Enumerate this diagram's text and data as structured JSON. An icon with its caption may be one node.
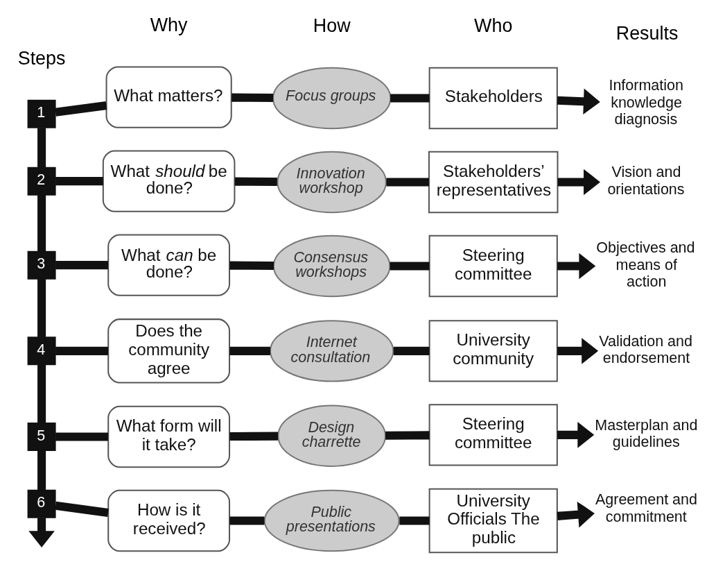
{
  "diagram": {
    "nodes": [
      {
        "text": [
          "1"
        ]
      },
      {
        "text": [
          "What matters?"
        ]
      },
      {
        "text": [
          "Focus groups"
        ]
      },
      {
        "text": [
          "Stakeholders"
        ]
      },
      {
        "text": [
          "Information knowledge diagnosis"
        ]
      },
      {
        "text": [
          "2"
        ]
      },
      {
        "text": [
          "What *should* be done?"
        ]
      },
      {
        "text": [
          "Innovation workshop"
        ]
      },
      {
        "text": [
          "Stakeholders’ representatives"
        ]
      },
      {
        "text": [
          "Vision and orientations"
        ]
      },
      {
        "text": [
          "3"
        ]
      },
      {
        "text": [
          "What *can* be done?"
        ]
      },
      {
        "text": [
          "Consensus workshops"
        ]
      },
      {
        "text": [
          "Steering committee"
        ]
      },
      {
        "text": [
          "Objectives and means of action"
        ]
      },
      {
        "text": [
          "4"
        ]
      },
      {
        "text": [
          "Does the community agree"
        ]
      },
      {
        "text": [
          "Internet consultation"
        ]
      },
      {
        "text": [
          "University community"
        ]
      },
      {
        "text": [
          "Validation and endorsement"
        ]
      },
      {
        "text": [
          "5"
        ]
      },
      {
        "text": [
          "What form will it take?"
        ]
      },
      {
        "text": [
          "Design charrette"
        ]
      },
      {
        "text": [
          "Steering committee"
        ]
      },
      {
        "text": [
          "Masterplan and guidelines"
        ]
      },
      {
        "text": [
          "6"
        ]
      },
      {
        "text": [
          "How is it received?"
        ]
      },
      {
        "text": [
          "Public presentations"
        ]
      },
      {
        "text": [
          "University Officials The public"
        ]
      },
      {
        "text": [
          "Agreement and commitment"
        ]
      }
    ],
    "edges": [
      {
        "from": 0,
        "to": 1,
        "arrow": "none"
      },
      {
        "from": 1,
        "to": 2,
        "arrow": "none"
      },
      {
        "from": 2,
        "to": 3,
        "arrow": "none"
      },
      {
        "from": 3,
        "to": 4,
        "arrow": "to"
      },
      {
        "from": 5,
        "to": 6,
        "arrow": "none"
      },
      {
        "from": 6,
        "to": 7,
        "arrow": "none"
      },
      {
        "from": 7,
        "to": 8,
        "arrow": "none"
      },
      {
        "from": 8,
        "to": 9,
        "arrow": "to"
      },
      {
        "from": 10,
        "to": 11,
        "arrow": "none"
      },
      {
        "from": 11,
        "to": 12,
        "arrow": "none"
      },
      {
        "from": 12,
        "to": 13,
        "arrow": "none"
      },
      {
        "from": 13,
        "to": 14,
        "arrow": "to"
      },
      {
        "from": 15,
        "to": 16,
        "arrow": "none"
      },
      {
        "from": 16,
        "to": 17,
        "arrow": "none"
      },
      {
        "from": 17,
        "to": 18,
        "arrow": "none"
      },
      {
        "from": 18,
        "to": 19,
        "arrow": "to"
      },
      {
        "from": 20,
        "to": 21,
        "arrow": "none"
      },
      {
        "from": 21,
        "to": 22,
        "arrow": "none"
      },
      {
        "from": 22,
        "to": 23,
        "arrow": "none"
      },
      {
        "from": 23,
        "to": 24,
        "arrow": "to"
      },
      {
        "from": 25,
        "to": 26,
        "arrow": "none"
      },
      {
        "from": 26,
        "to": 27,
        "arrow": "none"
      },
      {
        "from": 27,
        "to": 28,
        "arrow": "none"
      },
      {
        "from": 28,
        "to": 29,
        "arrow": "to"
      },
      {
        "from": 0,
        "to": 5,
        "arrow": "none"
      },
      {
        "from": 5,
        "to": 10,
        "arrow": "none"
      },
      {
        "from": 10,
        "to": 15,
        "arrow": "none"
      },
      {
        "from": 15,
        "to": 20,
        "arrow": "none"
      },
      {
        "from": 20,
        "to": 25,
        "arrow": "none"
      },
      {
        "from": 25,
        "to": null,
        "arrow": "to"
      }
    ],
    "labels": [
      "Steps",
      "Why",
      "How",
      "Who",
      "Results"
    ]
  }
}
